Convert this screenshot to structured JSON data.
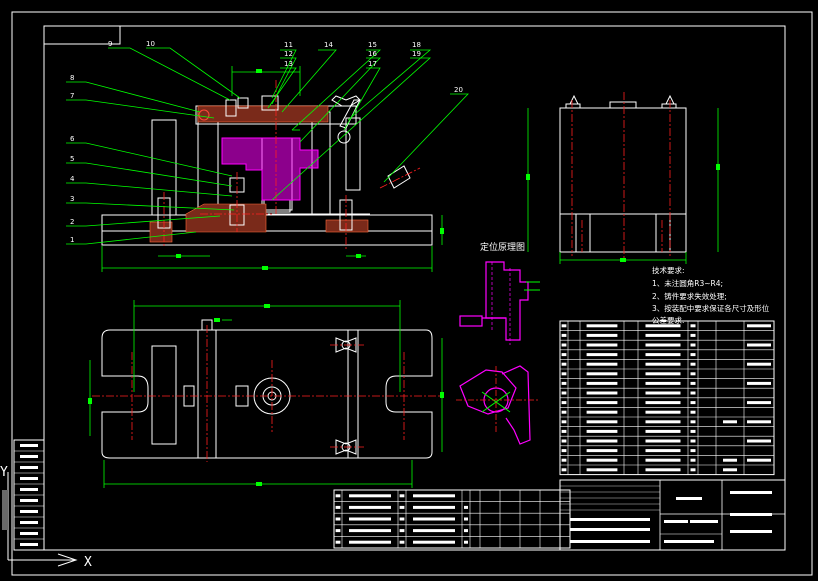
{
  "colors": {
    "background": "#000000",
    "outline": "#ffffff",
    "centerline": "#ff2020",
    "dimension": "#00ff00",
    "highlight": "#ff00ff",
    "fixture_fill": "#7a2a1a",
    "table_cell": "#ffffff"
  },
  "drawing": {
    "balloons": [
      "9",
      "10",
      "11",
      "12",
      "13",
      "14",
      "15",
      "16",
      "17",
      "18",
      "19",
      "20",
      "8",
      "7",
      "6",
      "5",
      "4",
      "3",
      "2",
      "1"
    ],
    "locating_title": "定位原理图",
    "tech_notes": [
      "技术要求:",
      "1、未注圆角R3~R4;",
      "2、铸件要求失效处理;",
      "3、按装配中要求保证各尺寸及形位",
      "公差要求."
    ]
  },
  "ucs": {
    "x_label": "X",
    "y_label": "Y",
    "icon": "ucs-axis-icon"
  }
}
